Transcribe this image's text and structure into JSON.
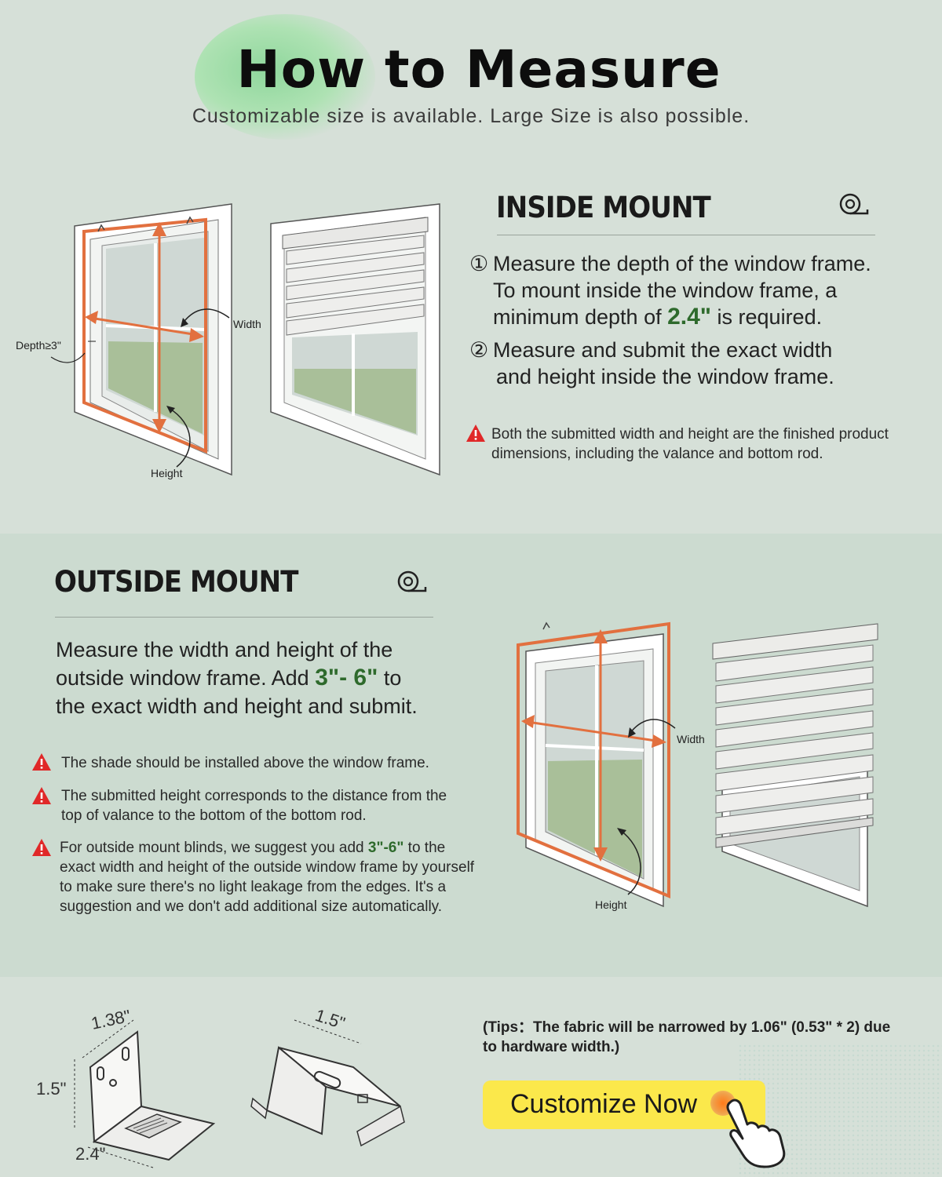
{
  "header": {
    "title": "How to Measure",
    "subtitle": "Customizable size is available. Large Size is also possible."
  },
  "inside_mount": {
    "title": "INSIDE MOUNT",
    "icon": "tape-measure-icon",
    "step1_num": "①",
    "step1_line1": "Measure the depth of the window frame.",
    "step1_line2": "To mount inside the window frame, a",
    "step1_line3_pre": "minimum depth of ",
    "step1_line3_value": "2.4\"",
    "step1_line3_post": " is required.",
    "step2_num": "②",
    "step2_line1": "Measure and submit the exact width",
    "step2_line2": "and height inside the window frame.",
    "warning": "Both the submitted width and height are the finished product dimensions, including the valance and bottom rod.",
    "diagram_labels": {
      "depth": "Depth≥3\"",
      "width": "Width",
      "height": "Height"
    }
  },
  "outside_mount": {
    "title": "OUTSIDE MOUNT",
    "icon": "tape-measure-icon",
    "line1": "Measure the width and height of the",
    "line2_pre": "outside window frame. Add ",
    "line2_value": "3\"- 6\"",
    "line2_post": " to",
    "line3": "the exact width and height and submit.",
    "warning1": "The shade should be installed above the window frame.",
    "warning2": "The submitted height corresponds to the distance from the top of valance to the bottom of the bottom rod.",
    "warning3_pre": "For outside mount blinds, we suggest you add ",
    "warning3_value": "3\"-6\"",
    "warning3_post": " to the exact width and height of the outside window frame by yourself to make sure there's no light leakage from the edges. It's a suggestion and we don't add additional size automatically.",
    "diagram_labels": {
      "width": "Width",
      "height": "Height"
    }
  },
  "hardware": {
    "bracket_dims": {
      "top": "1.38\"",
      "left": "1.5\"",
      "bottom": "2.4\""
    },
    "clip_dim": "1.5\"",
    "tips": "(Tips：The fabric will be narrowed by 1.06\" (0.53\" * 2) due to hardware width.)",
    "cta_label": "Customize Now"
  },
  "colors": {
    "background": "#d6e0d8",
    "section_alt": "#ccdbd0",
    "accent_green": "#2e6a2c",
    "measure_orange": "#e2703f",
    "warning_red": "#e02828",
    "cta_yellow": "#fbe84b"
  }
}
